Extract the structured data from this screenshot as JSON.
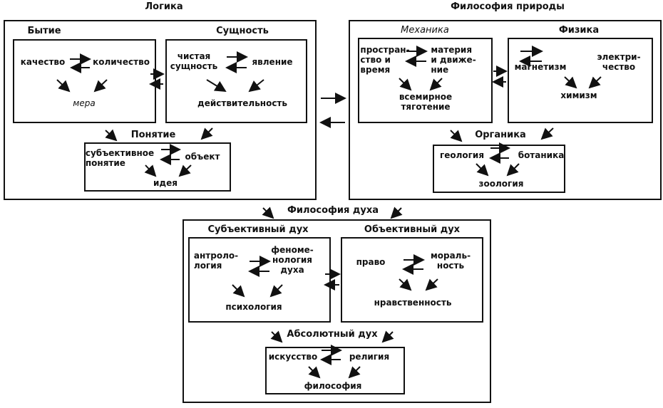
{
  "logic": {
    "title": "Логика",
    "being": {
      "title": "Бытие",
      "quality": "качество",
      "quantity": "количество",
      "measure": "мера"
    },
    "essence": {
      "title": "Сущность",
      "pure": "чистая\nсущность",
      "appearance": "явление",
      "actuality": "действительность"
    },
    "concept": {
      "title": "Понятие",
      "subjective": "субъективное\nпонятие",
      "object": "объект",
      "idea": "идея"
    }
  },
  "nature": {
    "title": "Философия природы",
    "mechanics": {
      "title": "Механика",
      "space": "простран-\nство и\nвремя",
      "matter": "материя\nи движе-\nние",
      "gravity": "всемирное\nтяготение"
    },
    "physics": {
      "title": "Физика",
      "magnetism": "магнетизм",
      "electricity": "электри-\nчество",
      "chemism": "химизм"
    },
    "organics": {
      "title": "Органика",
      "geology": "геология",
      "botany": "ботаника",
      "zoology": "зоология"
    }
  },
  "spirit": {
    "title": "Философия духа",
    "subjective": {
      "title": "Субъективный дух",
      "anthropology": "антроло-\nлогия",
      "phenomenology": "феноме-\nнология\nдуха",
      "psychology": "психология"
    },
    "objective": {
      "title": "Объективный дух",
      "law": "право",
      "morality": "мораль-\nность",
      "ethics": "нравственность"
    },
    "absolute": {
      "title": "Абсолютный дух",
      "art": "искусство",
      "religion": "религия",
      "philosophy": "философия"
    }
  }
}
